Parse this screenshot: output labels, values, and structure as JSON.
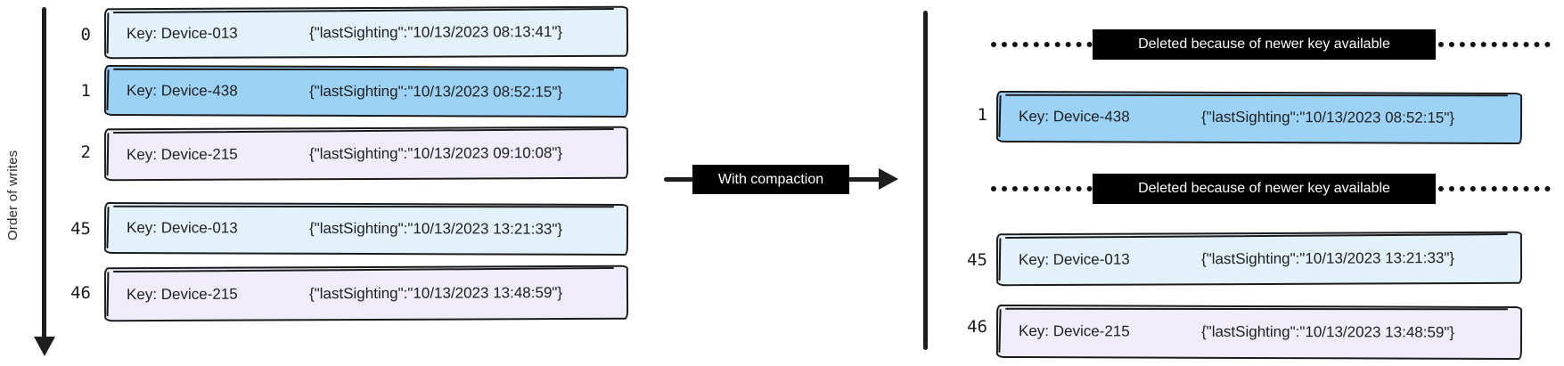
{
  "diagram_title": "log compaction before/after",
  "colors": {
    "record_light_blue": "#e3f1fb",
    "record_blue": "#9cd2f6",
    "record_lavender": "#f0ecf9",
    "ink": "#1b1b1b",
    "label_bg": "#000000",
    "label_text": "#ffffff"
  },
  "left_panel": {
    "axis_label": "Order of writes",
    "rows": [
      {
        "index": "0",
        "key": "Key: Device-013",
        "value": "{\"lastSighting\":\"10/13/2023 08:13:41\"}"
      },
      {
        "index": "1",
        "key": "Key: Device-438",
        "value": "{\"lastSighting\":\"10/13/2023 08:52:15\"}"
      },
      {
        "index": "2",
        "key": "Key: Device-215",
        "value": "{\"lastSighting\":\"10/13/2023 09:10:08\"}"
      },
      {
        "index": "45",
        "key": "Key: Device-013",
        "value": "{\"lastSighting\":\"10/13/2023 13:21:33\"}"
      },
      {
        "index": "46",
        "key": "Key: Device-215",
        "value": "{\"lastSighting\":\"10/13/2023 13:48:59\"}"
      }
    ]
  },
  "transform_arrow": {
    "label": "With compaction"
  },
  "right_panel": {
    "rows": [
      {
        "type": "deleted",
        "label": "Deleted because of newer key available"
      },
      {
        "type": "record",
        "index": "1",
        "key": "Key: Device-438",
        "value": "{\"lastSighting\":\"10/13/2023 08:52:15\"}"
      },
      {
        "type": "deleted",
        "label": "Deleted because of newer key available"
      },
      {
        "type": "record",
        "index": "45",
        "key": "Key: Device-013",
        "value": "{\"lastSighting\":\"10/13/2023 13:21:33\"}"
      },
      {
        "type": "record",
        "index": "46",
        "key": "Key: Device-215",
        "value": "{\"lastSighting\":\"10/13/2023 13:48:59\"}"
      }
    ]
  }
}
